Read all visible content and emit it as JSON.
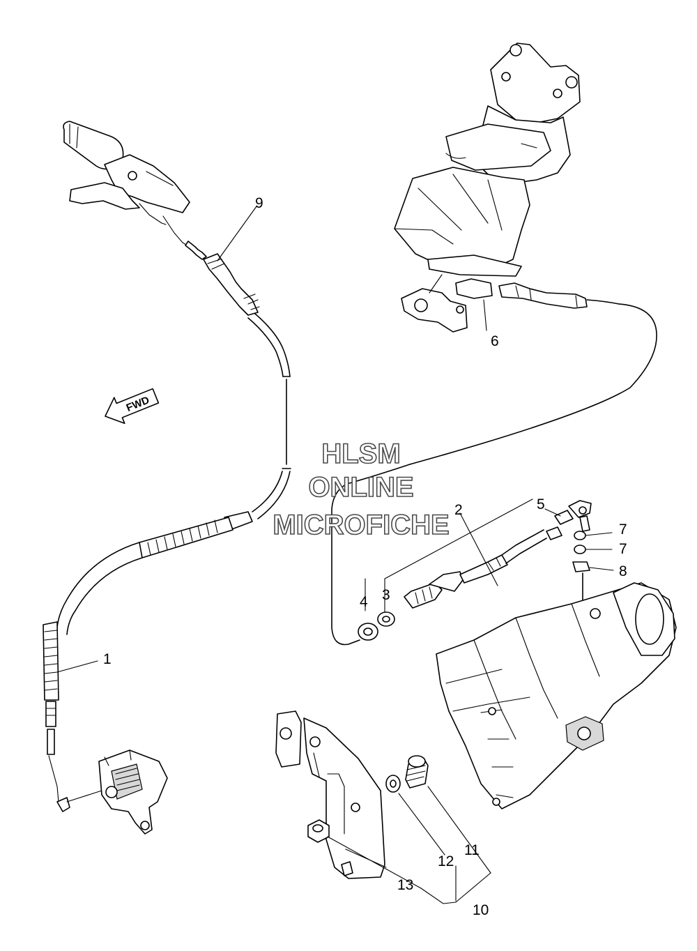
{
  "callouts": [
    {
      "id": "1",
      "label": "1"
    },
    {
      "id": "2",
      "label": "2"
    },
    {
      "id": "3",
      "label": "3"
    },
    {
      "id": "4",
      "label": "4"
    },
    {
      "id": "5",
      "label": "5"
    },
    {
      "id": "6",
      "label": "6"
    },
    {
      "id": "7a",
      "label": "7"
    },
    {
      "id": "7b",
      "label": "7"
    },
    {
      "id": "8",
      "label": "8"
    },
    {
      "id": "9",
      "label": "9"
    },
    {
      "id": "10",
      "label": "10"
    },
    {
      "id": "11",
      "label": "11"
    },
    {
      "id": "12",
      "label": "12"
    },
    {
      "id": "13",
      "label": "13"
    }
  ],
  "direction_arrow": {
    "label": "FWD",
    "icon": "fwd-arrow-icon"
  },
  "watermark": {
    "line1": "HLSM",
    "line2": "ONLINE",
    "line3": "MICROFICHE"
  },
  "colors": {
    "line": "#000000",
    "background": "#ffffff",
    "watermark_outline": "#4a4a4a"
  }
}
